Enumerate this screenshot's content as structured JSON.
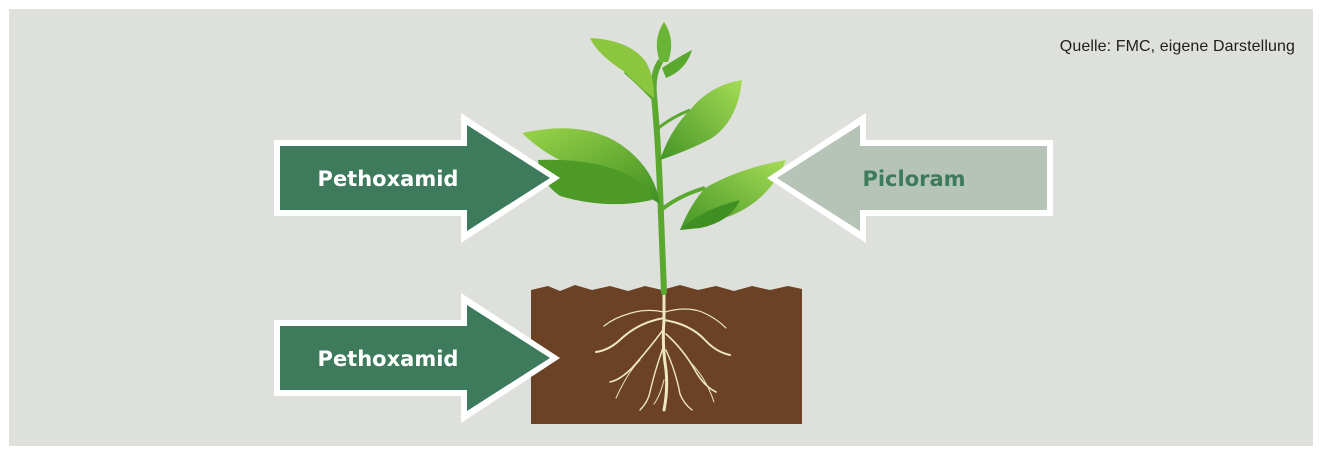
{
  "source": "Quelle: FMC, eigene Darstellung",
  "arrows": {
    "top_left": {
      "label": "Pethoxamid",
      "fill": "#3e7a5c",
      "text_color": "#ffffff"
    },
    "bottom_left": {
      "label": "Pethoxamid",
      "fill": "#3e7a5c",
      "text_color": "#ffffff"
    },
    "right": {
      "label": "Picloram",
      "fill": "#b5c4b6",
      "text_color": "#3e7a5c"
    }
  },
  "colors": {
    "background": "#dde0db",
    "soil": "#6b4226",
    "leaf_dark": "#4e9a26",
    "leaf_light": "#8cc63f",
    "root": "#efe6c4"
  },
  "icons": [
    "plant-illustration",
    "soil-block",
    "roots"
  ]
}
